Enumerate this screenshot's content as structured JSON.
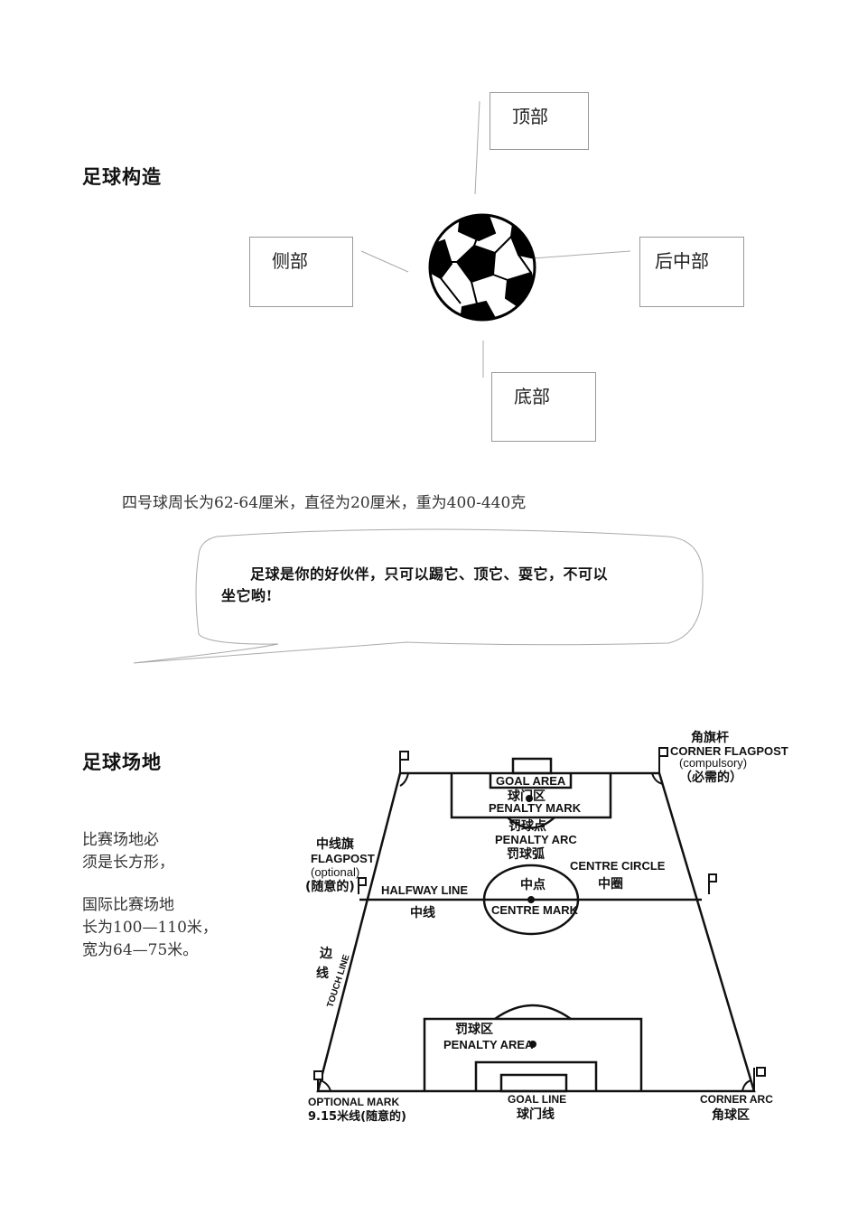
{
  "structure": {
    "heading": "足球构造",
    "labels": {
      "top": "顶部",
      "side": "侧部",
      "back_center": "后中部",
      "bottom": "底部"
    },
    "spec": "四号球周长为62-64厘米，直径为20厘米，重为400-440克",
    "bubble_line1": "足球是你的好伙伴，只可以踢它、顶它、耍它，不可以",
    "bubble_line2": "坐它哟!"
  },
  "field": {
    "heading": "足球场地",
    "rule_lines": [
      "比赛场地必",
      "须是长方形，"
    ],
    "size_lines": [
      "国际比赛场地",
      "长为100—110米，",
      "宽为64—75米。"
    ],
    "diagram": {
      "corner_flagpost_cn": "角旗杆",
      "corner_flagpost_en": "CORNER FLAGPOST",
      "compulsory_en": "(compulsory)",
      "compulsory_cn": "（必需的）",
      "goal_area_en": "GOAL AREA",
      "goal_area_cn": "球门区",
      "penalty_mark_en": "PENALTY MARK",
      "penalty_mark_cn": "罚球点",
      "penalty_arc_en": "PENALTY ARC",
      "penalty_arc_cn": "罚球弧",
      "midline_flag_cn": "中线旗",
      "flagpost_en": "FLAGPOST",
      "optional_en": "(optional)",
      "optional_cn": "(随意的)",
      "halfway_line_en": "HALFWAY LINE",
      "halfway_line_cn": "中线",
      "centre_mark_cn": "中点",
      "centre_mark_en": "CENTRE MARK",
      "centre_circle_en": "CENTRE CIRCLE",
      "centre_circle_cn": "中圈",
      "touch_line_cn_1": "边",
      "touch_line_cn_2": "线",
      "touch_line_en": "TOUCH LINE",
      "penalty_area_cn": "罚球区",
      "penalty_area_en": "PENALTY AREA",
      "optional_mark_en": "OPTIONAL MARK",
      "optional_mark_cn": "9.15米线(随意的)",
      "goal_line_en": "GOAL LINE",
      "goal_line_cn": "球门线",
      "corner_arc_en": "CORNER ARC",
      "corner_arc_cn": "角球区"
    }
  }
}
